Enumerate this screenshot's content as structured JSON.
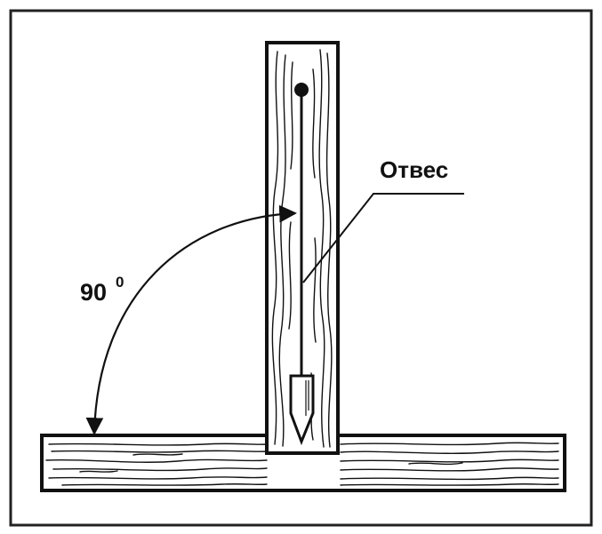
{
  "labels": {
    "plumb_line": "Отвес",
    "angle_value": "90",
    "angle_unit": "0"
  },
  "colors": {
    "ink": "#111111",
    "background": "#ffffff",
    "frame": "#222222"
  }
}
